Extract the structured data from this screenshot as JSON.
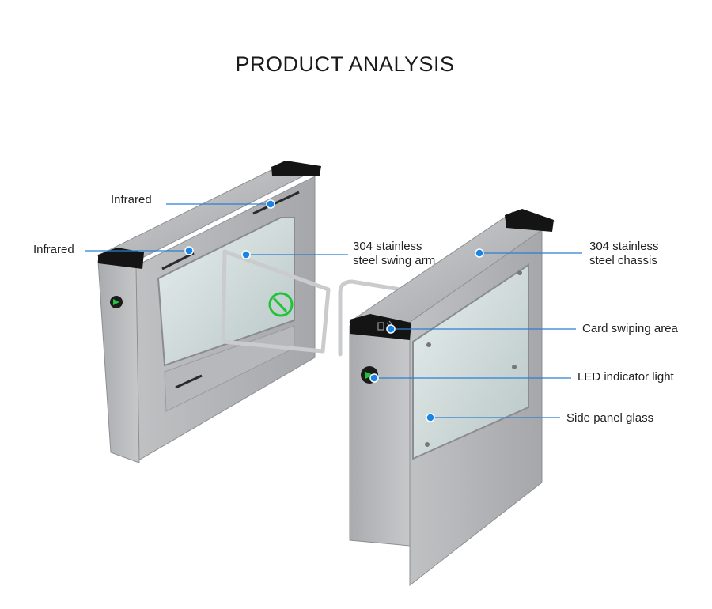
{
  "title": "PRODUCT ANALYSIS",
  "callouts": {
    "infrared_top": "Infrared",
    "infrared_left": "Infrared",
    "swing_arm": [
      "304 stainless",
      "steel swing arm"
    ],
    "chassis": [
      "304 stainless",
      "steel chassis"
    ],
    "card_area": "Card swiping area",
    "led": "LED indicator light",
    "glass": "Side panel glass"
  },
  "colors": {
    "marker": "#1a84e6",
    "leader": "#2a7fd4",
    "steel": "#b4b6b8",
    "cap": "#121212",
    "led": "#22c23a"
  }
}
